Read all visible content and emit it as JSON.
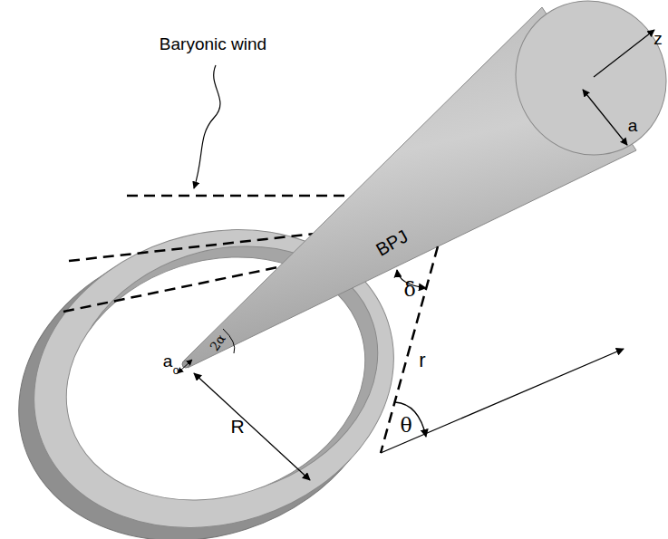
{
  "diagram": {
    "labels": [
      "Baryonic wind",
      "BPJ",
      "z",
      "a",
      "δ",
      "r",
      "θ",
      "2α",
      "a",
      "o",
      "R"
    ]
  }
}
